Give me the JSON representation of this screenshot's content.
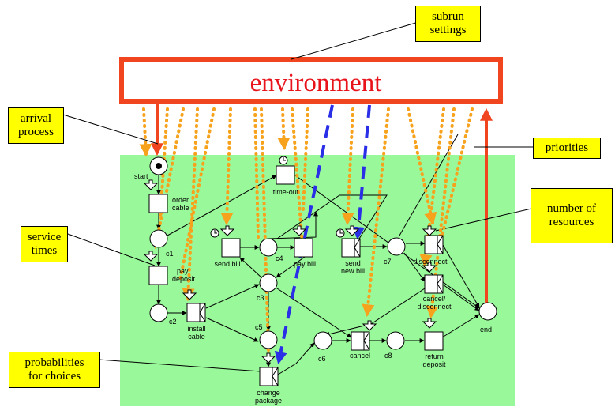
{
  "environment": {
    "label": "environment"
  },
  "callouts": {
    "subrun_settings": "subrun\nsettings",
    "arrival_process": "arrival\nprocess",
    "priorities": "priorities",
    "number_of_resources": "number of\nresources",
    "service_times": "service\ntimes",
    "probabilities_for_choices": "probabilities\nfor choices"
  },
  "net": {
    "places": {
      "start": "start",
      "c1": "c1",
      "c2": "c2",
      "c3": "c3",
      "c4": "c4",
      "c5": "c5",
      "c6": "c6",
      "c7": "c7",
      "c8": "c8",
      "end": "end"
    },
    "transitions": {
      "order_cable": [
        "order",
        "cable"
      ],
      "pay_deposit": [
        "pay",
        "deposit"
      ],
      "install_cable": [
        "install",
        "cable"
      ],
      "time_out": "time-out",
      "send_bill": "send bill",
      "pay_bill": "pay bill",
      "send_new_bill": [
        "send",
        "new bill"
      ],
      "change_package": [
        "change",
        "package"
      ],
      "cancel": "cancel",
      "disconnect": "disconnect",
      "cancel_disconnect": [
        "cancel/",
        "disconnect"
      ],
      "return_deposit": [
        "return",
        "deposit"
      ]
    }
  },
  "colors": {
    "green_area": "#99f99a",
    "environment_red": "#f0451e",
    "control_orange": "#f7a21c",
    "subrun_blue": "#2a2ee6",
    "callout_yellow": "#ffff00"
  }
}
